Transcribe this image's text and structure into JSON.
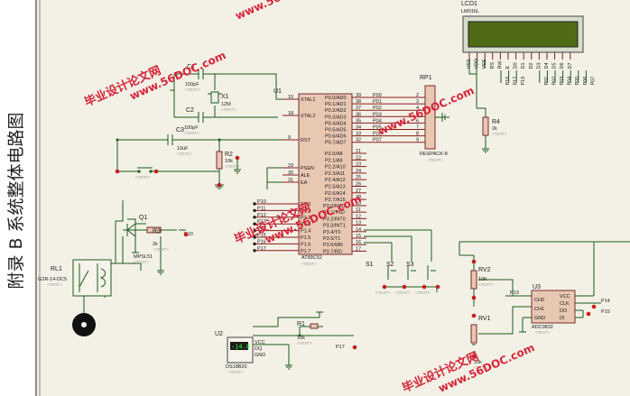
{
  "caption": "附录 B 系统整体电路图",
  "watermarks": [
    {
      "text": "毕业设计论文网"
    },
    {
      "text": "www.56DOC.com"
    }
  ],
  "text_placeholder": "<TEXT>",
  "components": {
    "lcd": {
      "ref": "LCD1",
      "part": "LM016L",
      "pins": [
        "VSS",
        "VDD",
        "VEE",
        "RS",
        "RW",
        "E",
        "D0",
        "D1",
        "D2",
        "D3",
        "D4",
        "D5",
        "D6",
        "D7"
      ],
      "nets": [
        "P16",
        "P17",
        "P15",
        "P01",
        "P02",
        "P03",
        "P04",
        "P05",
        "P06",
        "P07"
      ]
    },
    "rp1": {
      "ref": "RP1",
      "part": "RESPACK-8"
    },
    "u1": {
      "ref": "U1",
      "part": "AT89C52",
      "left_pins": [
        "XTAL1",
        "XTAL2",
        "RST",
        "PSEN",
        "ALE",
        "EA"
      ],
      "left_nums": [
        "19",
        "18",
        "9",
        "29",
        "30",
        "31"
      ],
      "p1_pins": [
        "P1.0",
        "P1.1",
        "P1.2",
        "P1.3",
        "P1.4",
        "P1.5",
        "P1.6",
        "P1.7"
      ],
      "p1_nets": [
        "P10",
        "P11",
        "P12",
        "P13",
        "P14",
        "P15",
        "P16",
        "P17"
      ],
      "p0_pins": [
        "P0.0/AD0",
        "P0.1/AD1",
        "P0.2/AD2",
        "P0.3/AD3",
        "P0.4/AD4",
        "P0.5/AD5",
        "P0.6/AD6",
        "P0.7/AD7"
      ],
      "p0_nums": [
        "39",
        "38",
        "37",
        "36",
        "35",
        "34",
        "33",
        "32"
      ],
      "p0_nets": [
        "P00",
        "P01",
        "P02",
        "P03",
        "P04",
        "P05",
        "P06",
        "P07"
      ],
      "p2_pins": [
        "P2.0/A8",
        "P2.1/A9",
        "P2.2/A10",
        "P2.3/A11",
        "P2.4/A12",
        "P2.5/A13",
        "P2.6/A14",
        "P2.7/A15"
      ],
      "p2_nums": [
        "21",
        "22",
        "23",
        "24",
        "25",
        "26",
        "27",
        "28"
      ],
      "p3_pins": [
        "P3.0/RXD",
        "P3.1/TXD",
        "P3.2/INT0",
        "P3.3/INT1",
        "P3.4/T0",
        "P3.5/T1",
        "P3.6/WR",
        "P3.7/RD"
      ],
      "p3_nums": [
        "10",
        "11",
        "12",
        "13",
        "14",
        "15",
        "16",
        "17"
      ]
    },
    "c1": {
      "ref": "C1",
      "value": "100pF"
    },
    "c2": {
      "ref": "C2",
      "value": "100pF"
    },
    "c3": {
      "ref": "C3",
      "value": "10uF"
    },
    "x1": {
      "ref": "X1",
      "value": "12M"
    },
    "r2": {
      "ref": "R2",
      "value": "10k"
    },
    "r3": {
      "ref": "R3",
      "value": "2k",
      "net": "P10"
    },
    "r4": {
      "ref": "R4",
      "value": "2k"
    },
    "q1": {
      "ref": "Q1",
      "part": "MPSL51"
    },
    "rl1": {
      "ref": "RL1",
      "part": "G2R-14-DC5"
    },
    "u2": {
      "ref": "U2",
      "part": "DS18B20",
      "readout": "-14.0",
      "pins": [
        "VCC",
        "DQ",
        "GND"
      ]
    },
    "r1": {
      "ref": "R1",
      "value": "10k",
      "net": "P17"
    },
    "switches": [
      {
        "ref": "S1"
      },
      {
        "ref": "S2"
      },
      {
        "ref": "S3"
      }
    ],
    "rv2": {
      "ref": "RV2",
      "value": "10K"
    },
    "rv1": {
      "ref": "RV1",
      "value": "10k"
    },
    "u3": {
      "ref": "U3",
      "part": "ADC0832",
      "pins_left": [
        "CH0",
        "CH1",
        "GND"
      ],
      "pins_right": [
        "VCC",
        "CLK",
        "DO",
        "DI"
      ],
      "nets": [
        "P13",
        "P14",
        "P15"
      ]
    }
  }
}
